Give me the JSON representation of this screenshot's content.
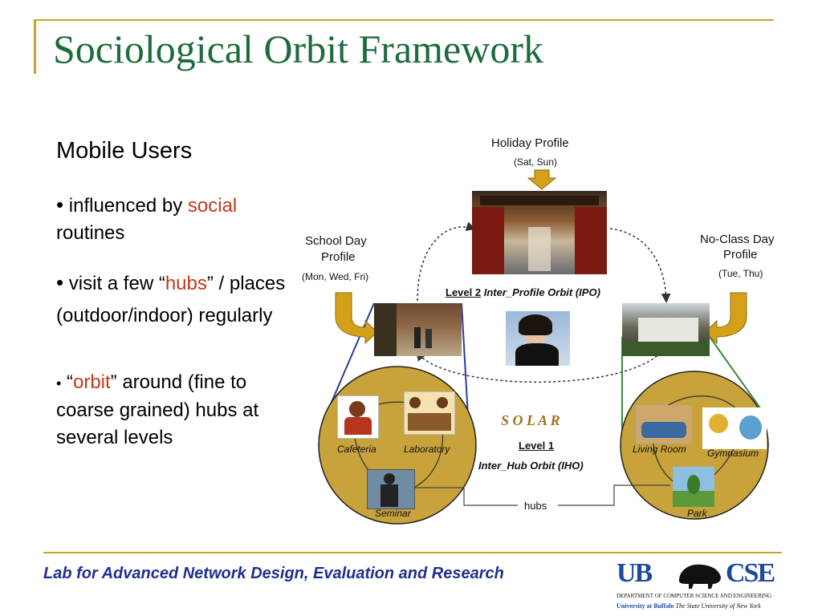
{
  "slide": {
    "title": "Sociological Orbit Framework",
    "footer": "Lab for Advanced Network Design, Evaluation and Research"
  },
  "content": {
    "heading": "Mobile Users",
    "bullet1": {
      "pre": "influenced by ",
      "highlight": "social",
      "post": "routines"
    },
    "bullet2": {
      "pre": "visit a few “",
      "highlight": "hubs",
      "post": "” / places (outdoor/indoor) regularly"
    },
    "bullet3": {
      "pre": "“",
      "highlight": "orbit",
      "post": "” around (fine to coarse grained) hubs at several levels"
    },
    "bullet_glyph": "•"
  },
  "diagram": {
    "holiday": {
      "label": "Holiday Profile",
      "days": "(Sat, Sun)"
    },
    "school": {
      "label_line1": "School Day",
      "label_line2": "Profile",
      "days": "(Mon, Wed, Fri)"
    },
    "noclass": {
      "label_line1": "No-Class Day",
      "label_line2": "Profile",
      "days": "(Tue, Thu)"
    },
    "level2": {
      "level": "Level 2",
      "name": "Inter_Profile Orbit (IPO)"
    },
    "level1": {
      "level": "Level 1",
      "name": "Inter_Hub Orbit (IHO)"
    },
    "solar": "S O L A R",
    "hubs_label": "hubs",
    "left_hubs": [
      "Cafeteria",
      "Laboratory",
      "Seminar"
    ],
    "right_hubs": [
      "Living Room",
      "Gymnasium",
      "Park"
    ]
  },
  "logo": {
    "ub": "UB",
    "cse": "CSE",
    "dept": "DEPARTMENT OF COMPUTER SCIENCE AND ENGINEERING",
    "univ": "University at Buffalo",
    "univ_tag": "The State University of New York"
  },
  "colors": {
    "title": "#1e6b3c",
    "accent_line": "#c9a227",
    "highlight": "#c0391b",
    "footer": "#1f2f8f",
    "hub_circle": "#c8a23a",
    "arrow": "#d4a017",
    "connector_left": "#2a3b9b",
    "connector_right": "#3a8a3a"
  }
}
